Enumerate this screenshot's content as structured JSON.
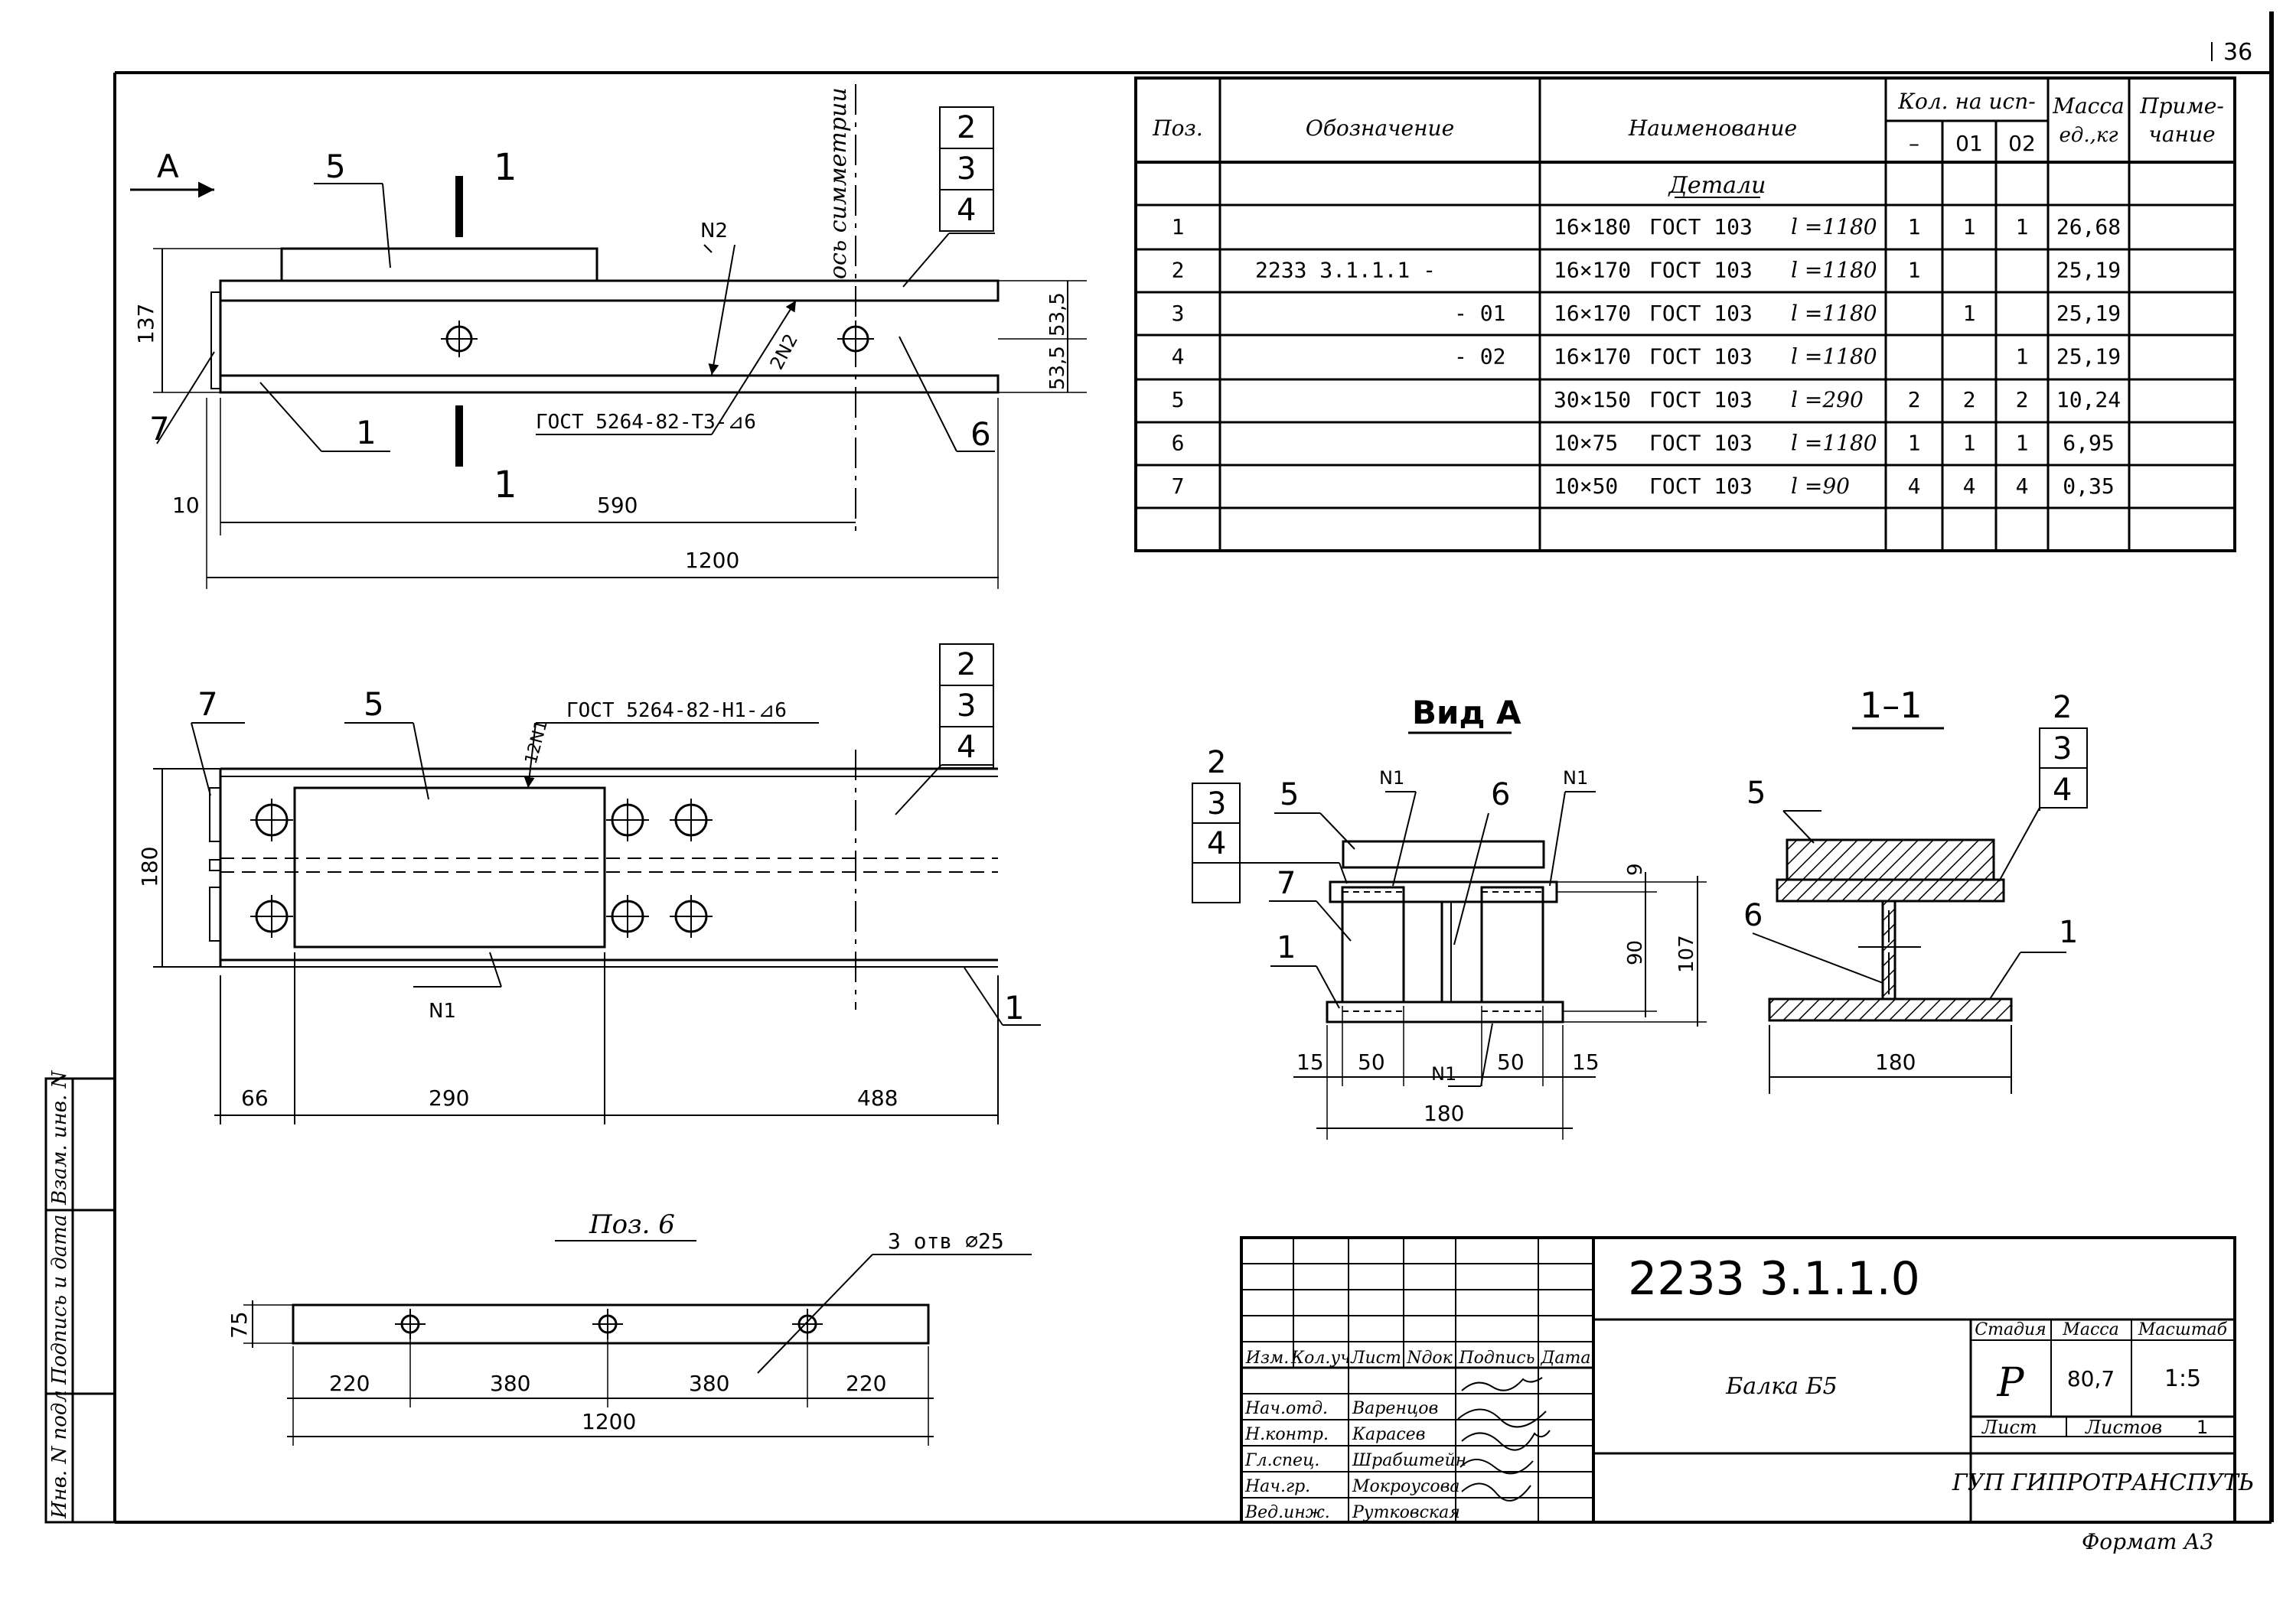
{
  "sheet": {
    "page_number": "36",
    "format": "Формат А3"
  },
  "spec_table": {
    "headers": {
      "pos": "Поз.",
      "designation": "Обозначение",
      "name": "Наименование",
      "qty": "Кол. на исп-",
      "qty_cols": [
        "–",
        "01",
        "02"
      ],
      "mass": "Масса",
      "mass_unit": "ед.,кг",
      "note": "Приме-",
      "note2": "чание"
    },
    "section_title": "Детали",
    "rows": [
      {
        "pos": "1",
        "designation": "",
        "size": "16×180",
        "std": "ГОСТ 103",
        "l": "l =1180",
        "q0": "1",
        "q1": "1",
        "q2": "1",
        "mass": "26,68"
      },
      {
        "pos": "2",
        "designation": "2233 3.1.1.1 -",
        "size": "16×170",
        "std": "ГОСТ 103",
        "l": "l =1180",
        "q0": "1",
        "q1": "",
        "q2": "",
        "mass": "25,19"
      },
      {
        "pos": "3",
        "designation": "- 01",
        "size": "16×170",
        "std": "ГОСТ 103",
        "l": "l =1180",
        "q0": "",
        "q1": "1",
        "q2": "",
        "mass": "25,19"
      },
      {
        "pos": "4",
        "designation": "- 02",
        "size": "16×170",
        "std": "ГОСТ 103",
        "l": "l =1180",
        "q0": "",
        "q1": "",
        "q2": "1",
        "mass": "25,19"
      },
      {
        "pos": "5",
        "designation": "",
        "size": "30×150",
        "std": "ГОСТ 103",
        "l": "l =290",
        "q0": "2",
        "q1": "2",
        "q2": "2",
        "mass": "10,24"
      },
      {
        "pos": "6",
        "designation": "",
        "size": "10×75",
        "std": "ГОСТ 103",
        "l": "l =1180",
        "q0": "1",
        "q1": "1",
        "q2": "1",
        "mass": "6,95"
      },
      {
        "pos": "7",
        "designation": "",
        "size": "10×50",
        "std": "ГОСТ 103",
        "l": "l =90",
        "q0": "4",
        "q1": "4",
        "q2": "4",
        "mass": "0,35"
      }
    ]
  },
  "view_side": {
    "view_label": "А",
    "section_mark": "1",
    "weld_n2": "N2",
    "weld_2n2": "2N2",
    "weld_note": "ГОСТ 5264-82-Т3-⊿6",
    "axis_label": "ось симметрии",
    "callouts": [
      "5",
      "2",
      "3",
      "4",
      "6",
      "7",
      "1"
    ],
    "dims": {
      "h137": "137",
      "h535a": "53,5",
      "h535b": "53,5",
      "d10": "10",
      "d590": "590",
      "d1200": "1200"
    }
  },
  "view_plan": {
    "weld_note": "ГОСТ 5264-82-Н1-⊿6",
    "weld_12n1": "12N1",
    "weld_n1": "N1",
    "callouts": [
      "7",
      "5",
      "2",
      "3",
      "4",
      "1"
    ],
    "dims": {
      "h180": "180",
      "d66": "66",
      "d290": "290",
      "d488": "488"
    }
  },
  "view_a": {
    "title": "Вид А",
    "callouts": [
      "2",
      "3",
      "4",
      "5",
      "6",
      "7",
      "1"
    ],
    "welds": [
      "N1",
      "N1",
      "N1"
    ],
    "dims": {
      "d9": "9",
      "d90": "90",
      "d107": "107",
      "d15a": "15",
      "d50a": "50",
      "d50b": "50",
      "d15b": "15",
      "d180": "180"
    }
  },
  "section_11": {
    "title": "1–1",
    "callouts": [
      "2",
      "3",
      "4",
      "5",
      "6",
      "1"
    ],
    "dims": {
      "d180": "180"
    }
  },
  "pos6": {
    "title": "Поз. 6",
    "holes_note": "3 отв ⌀25",
    "dims": {
      "h75": "75",
      "d220a": "220",
      "d380a": "380",
      "d380b": "380",
      "d220b": "220",
      "d1200": "1200"
    }
  },
  "side_stamp": [
    "Инв. N подл",
    "Подпись и дата",
    "Взам. инв. N"
  ],
  "title_block": {
    "code": "2233 3.1.1.0",
    "name": "Балка Б5",
    "cols": [
      "Изм.",
      "Кол.уч",
      "Лист",
      "Nдок",
      "Подпись",
      "Дата"
    ],
    "roles": [
      {
        "role": "Нач.отд.",
        "person": "Варенцов"
      },
      {
        "role": "Н.контр.",
        "person": "Карасев"
      },
      {
        "role": "Гл.спец.",
        "person": "Шрабштейн"
      },
      {
        "role": "Нач.гр.",
        "person": "Мокроусова"
      },
      {
        "role": "Вед.инж.",
        "person": "Рутковская"
      }
    ],
    "stage_label": "Стадия",
    "stage": "Р",
    "mass_label": "Масса",
    "mass": "80,7",
    "scale_label": "Масштаб",
    "scale": "1:5",
    "sheet_label": "Лист",
    "sheets_label": "Листов",
    "sheets": "1",
    "org": "ГУП ГИПРОТРАНСПУТЬ"
  }
}
